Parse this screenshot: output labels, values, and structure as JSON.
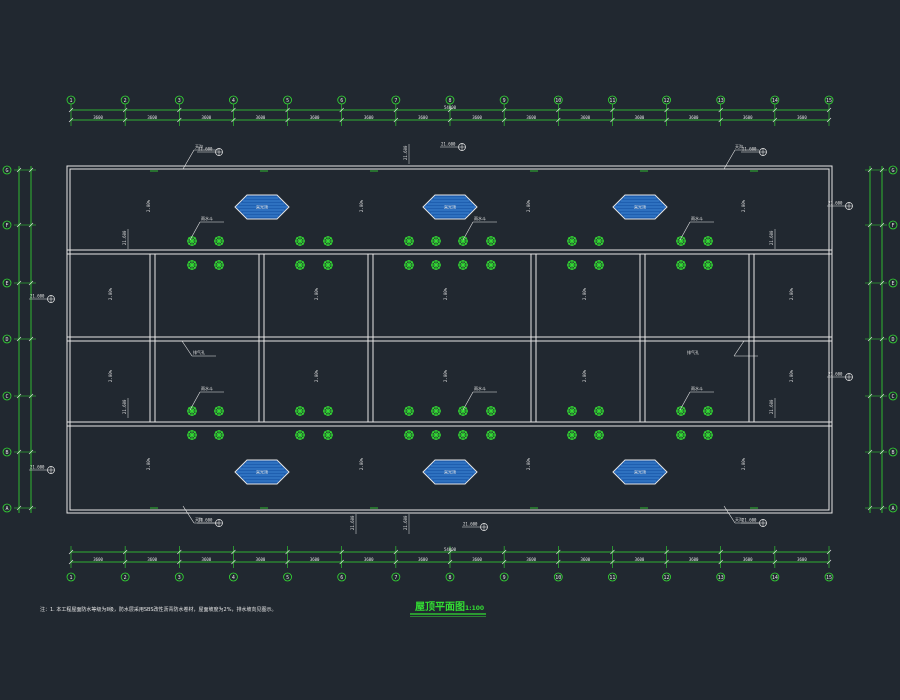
{
  "drawing": {
    "title": "屋顶平面图",
    "scale": "1:100",
    "note": "注：1. 本工程屋面防水等级为Ⅱ级，防水层采用SBS改性沥青防水卷材，屋面坡度为2%，排水坡向见图示。"
  },
  "grid": {
    "columns": [
      "1",
      "2",
      "3",
      "4",
      "5",
      "6",
      "7",
      "8",
      "9",
      "10",
      "11",
      "12",
      "13",
      "14",
      "15"
    ],
    "rows": [
      "A",
      "B",
      "C",
      "D",
      "E",
      "F",
      "G"
    ]
  },
  "dimensions": {
    "overall": "54000",
    "top_span": "3600",
    "bays": [
      "3600",
      "3600",
      "3600",
      "3600",
      "3600",
      "3600",
      "3600",
      "3600",
      "3600",
      "3600",
      "3600",
      "3600",
      "3600",
      "3600"
    ]
  },
  "labels": {
    "slope": "2.00%",
    "drain": "雨水斗",
    "gutter": "天沟",
    "vent": "排气孔",
    "elevation": "21.600",
    "skylight": "采光顶"
  },
  "colors": {
    "background": "#212830",
    "axis_green": "#33dd33",
    "outline_white": "#e6e6e6",
    "skylight_blue": "#2f7fd8"
  }
}
